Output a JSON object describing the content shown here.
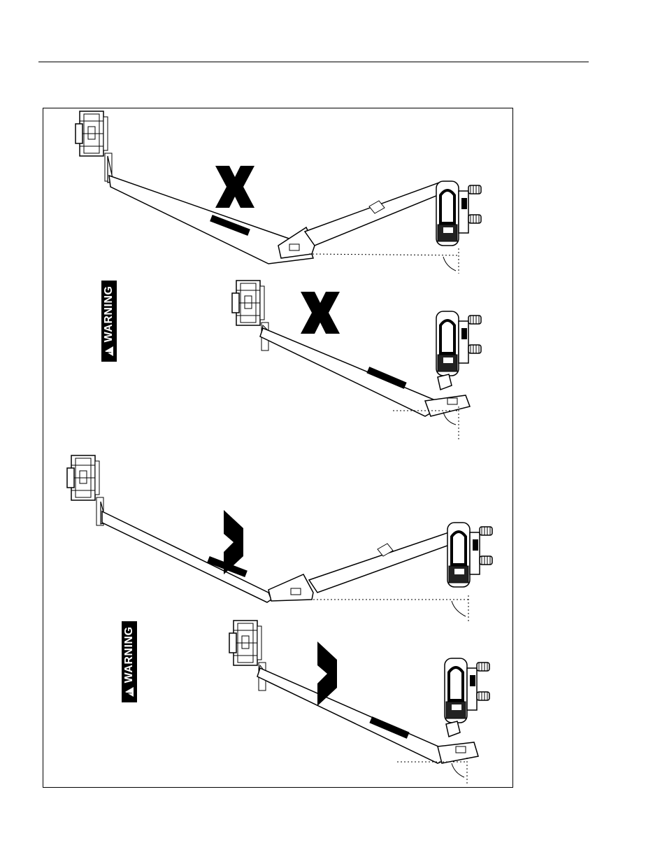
{
  "warning_labels": [
    {
      "text": "WARNING",
      "symbol": "!"
    },
    {
      "text": "WARNING",
      "symbol": "!"
    }
  ],
  "colors": {
    "ink": "#000000",
    "paper": "#ffffff"
  },
  "illustrations": [
    {
      "boom": "upper boom extended, lower boom raised",
      "verdict": "x-mark-icon"
    },
    {
      "boom": "upper boom extended, lower boom stowed",
      "verdict": "x-mark-icon"
    },
    {
      "boom": "upper boom extended, lower boom raised",
      "verdict": "check-mark-icon"
    },
    {
      "boom": "upper boom extended, lower boom stowed",
      "verdict": "check-mark-icon"
    }
  ]
}
